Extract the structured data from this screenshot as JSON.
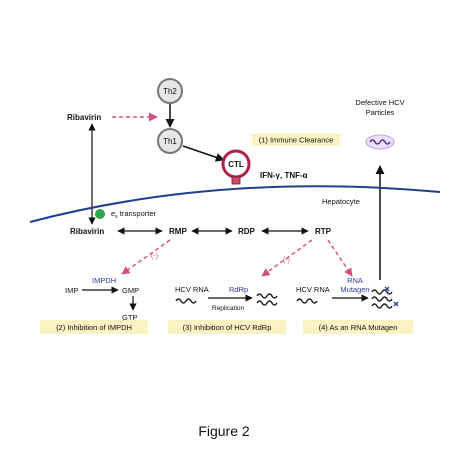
{
  "nodes": {
    "th2": "Th2",
    "th1": "Th1",
    "ctl": "CTL",
    "ribavirin_outside": "Ribavirin",
    "immune_clearance": "(1) Immune Clearance",
    "cytokines": "IFN-γ, TNF-α",
    "defective_title_1": "Defective HCV",
    "defective_title_2": "Particles",
    "hepatocyte": "Hepatocyte",
    "transporter_main": "e",
    "transporter_sub": "s",
    "transporter_rest": " transporter",
    "ribavirin_inside": "Ribavirin",
    "rmp": "RMP",
    "rdp": "RDP",
    "rtp": "RTP",
    "inhibit_1": "(-)",
    "inhibit_2": "(-)",
    "impdh": "IMPDH",
    "imp": "IMP",
    "gmp": "GMP",
    "gtp": "GTP",
    "hcv_rna_1": "HCV RNA",
    "rdrp": "RdRp",
    "replication": "Replication",
    "hcv_rna_2": "HCV RNA",
    "rna_mutagen_1": "RNA",
    "rna_mutagen_2": "Mutagen"
  },
  "boxes": {
    "box2": "(2) Inhibition of IMPDH",
    "box3": "(3) Inhibition of HCV RdRp",
    "box4": "(4) As an RNA Mutagen"
  },
  "caption": "Figure 2",
  "colors": {
    "membrane": "#1f3f8f",
    "inhibition": "#d0507a",
    "enzyme_label": "#2d3f9c",
    "label_box": "#fbf3c4",
    "ctl_ring": "#b0204a",
    "transporter": "#2ea84a"
  }
}
